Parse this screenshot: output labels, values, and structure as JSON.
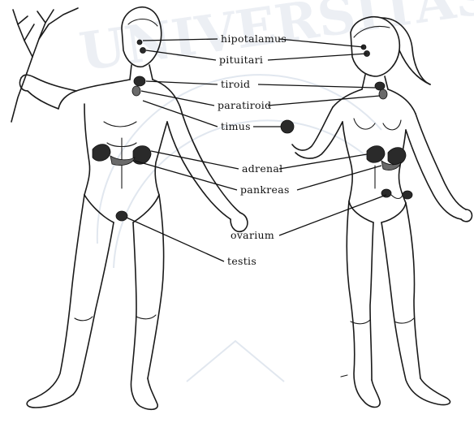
{
  "diagram": {
    "labels": {
      "hipotalamus": "hipotalamus",
      "pituitari": "pituitari",
      "tiroid": "tiroid",
      "paratiroid": "paratiroid",
      "timus": "timus",
      "adrenal": "adrenal",
      "pankreas": "pankreas",
      "ovarium": "ovarium",
      "testis": "testis"
    },
    "watermark": {
      "text": "UNIVERSITAS"
    },
    "colors": {
      "ink": "#111111",
      "watermark": "#c9d3e2",
      "background": "#ffffff"
    }
  }
}
